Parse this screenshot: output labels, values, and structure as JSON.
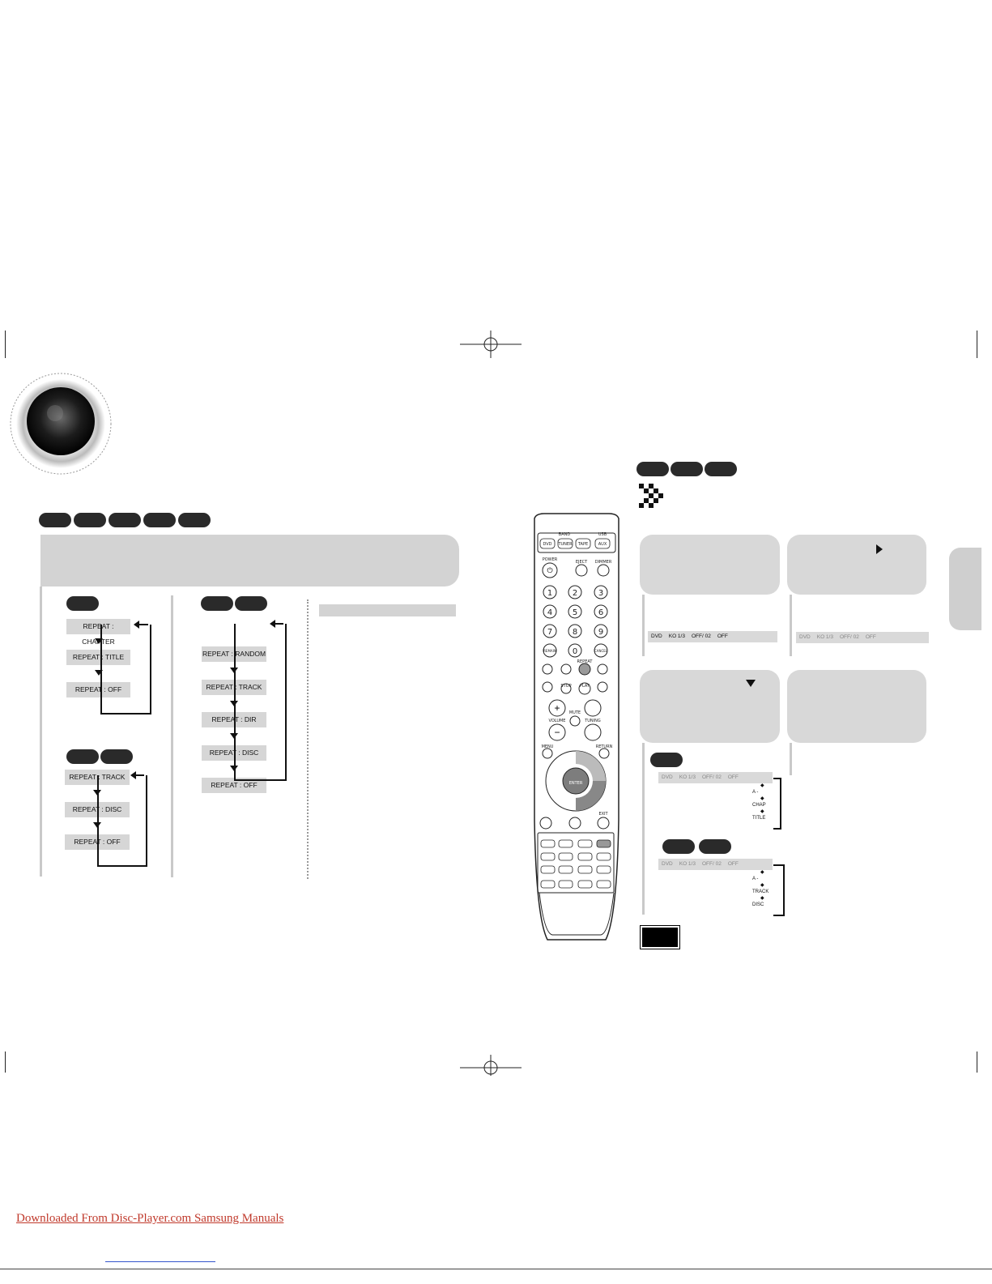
{
  "left_page": {
    "badges_top": [
      "",
      "",
      "",
      "",
      ""
    ],
    "intro_bar_text": "",
    "column1": {
      "group1": {
        "badge": "",
        "items": [
          "REPEAT : CHAPTER",
          "REPEAT : TITLE",
          "REPEAT : OFF"
        ]
      },
      "group2": {
        "badges": [
          "",
          ""
        ],
        "items": [
          "REPEAT : TRACK",
          "REPEAT : DISC",
          "REPEAT : OFF"
        ]
      }
    },
    "column2": {
      "badges": [
        "",
        ""
      ],
      "items": [
        "REPEAT : RANDOM",
        "REPEAT : TRACK",
        "REPEAT : DIR",
        "REPEAT : DISC",
        "REPEAT : OFF"
      ]
    },
    "column3": {
      "header": ""
    }
  },
  "remote": {
    "top_labels": {
      "band": "BAND",
      "usb": "USB",
      "power": "POWER",
      "eject": "EJECT",
      "dimmer": "DIMMER",
      "repeat": "REPEAT",
      "stop": "STOP",
      "play": "PLAY",
      "mute": "MUTE",
      "volume": "VOLUME",
      "tuning": "TUNING",
      "menu": "MENU",
      "return": "RETURN",
      "exit": "EXIT"
    },
    "source_buttons": [
      "DVD",
      "TUNER",
      "TAPE",
      "AUX"
    ],
    "number_keys": [
      "1",
      "2",
      "3",
      "4",
      "5",
      "6",
      "7",
      "8",
      "9",
      "REMAIN",
      "0",
      "CANCEL"
    ],
    "enter": "ENTER"
  },
  "right_page": {
    "badges_top": [
      "",
      "",
      ""
    ],
    "osd_step1": [
      "DVD",
      "KO 1/3",
      "OFF/ 02",
      "OFF"
    ],
    "osd_step2": [
      "DVD",
      "KO 1/3",
      "OFF/ 02",
      "OFF"
    ],
    "dvd_badge": "",
    "osd_dvd": [
      "DVD",
      "KO 1/3",
      "OFF/ 02",
      "OFF"
    ],
    "dvd_options": [
      "A -",
      "CHAP",
      "TITLE"
    ],
    "cd_badges": [
      "",
      ""
    ],
    "osd_cd": [
      "DVD",
      "KO 1/3",
      "OFF/ 02",
      "OFF"
    ],
    "cd_options": [
      "A -",
      "TRACK",
      "DISC"
    ],
    "note_label": ""
  },
  "footer": {
    "link_text": "Downloaded From Disc-Player.com Samsung Manuals"
  }
}
